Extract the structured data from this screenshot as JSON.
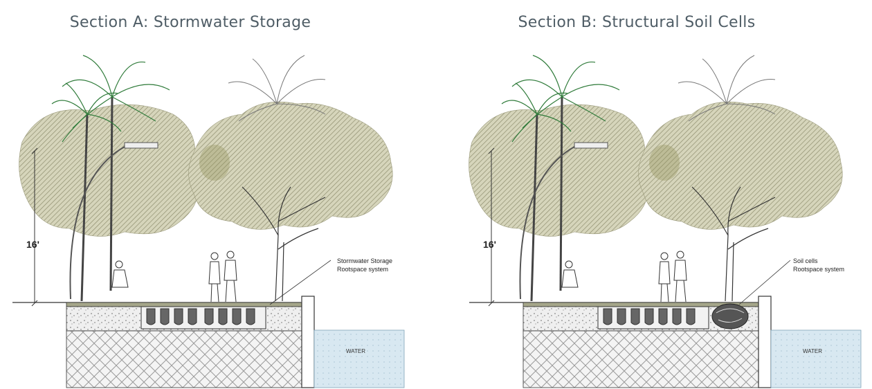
{
  "sections": [
    {
      "id": "a",
      "title": "Section A: Stormwater Storage",
      "height_label": "16'",
      "callout_line1": "Stormwater Storage",
      "callout_line2": "Rootspace system",
      "water_label": "WATER"
    },
    {
      "id": "b",
      "title": "Section B: Structural Soil Cells",
      "height_label": "16'",
      "callout_line1": "Soil cells",
      "callout_line2": "Rootspace system",
      "water_label": "WATER"
    }
  ],
  "colors": {
    "foliage": "#c9c8a9",
    "palm_green": "#2f7b3a",
    "water": "#d8e8f1",
    "grass": "#a5a68a",
    "line": "#333333",
    "title": "#4f5d66"
  }
}
